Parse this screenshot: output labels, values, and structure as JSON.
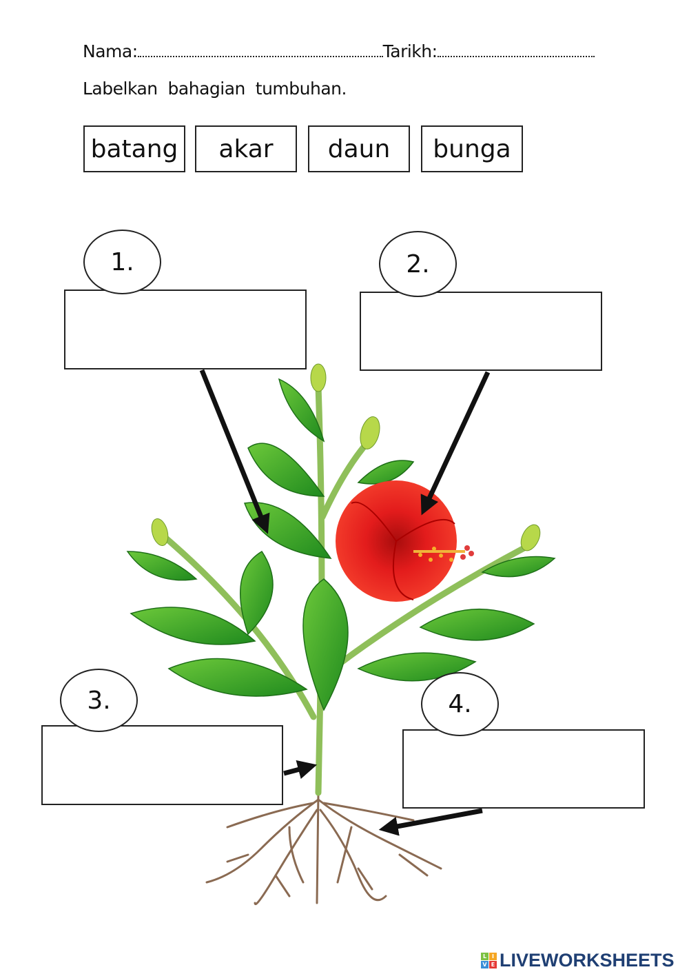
{
  "header": {
    "name_label": "Nama:",
    "date_label": "Tarikh:"
  },
  "instruction": "Labelkan  bahagian  tumbuhan.",
  "word_bank": [
    "batang",
    "akar",
    "daun",
    "bunga"
  ],
  "answer_boxes": [
    {
      "number": "1.",
      "value": ""
    },
    {
      "number": "2.",
      "value": ""
    },
    {
      "number": "3.",
      "value": ""
    },
    {
      "number": "4.",
      "value": ""
    }
  ],
  "branding": {
    "logo_tiles": [
      "L",
      "I",
      "V",
      "E"
    ],
    "logo_text": "LIVEWORKSHEETS",
    "brand_color": "#1f3f73"
  },
  "colors": {
    "leaf": "#3fae2a",
    "leaf_dark": "#1f7a18",
    "flower": "#e01b1b",
    "root": "#8a6a52",
    "stem": "#8fbf5a"
  }
}
